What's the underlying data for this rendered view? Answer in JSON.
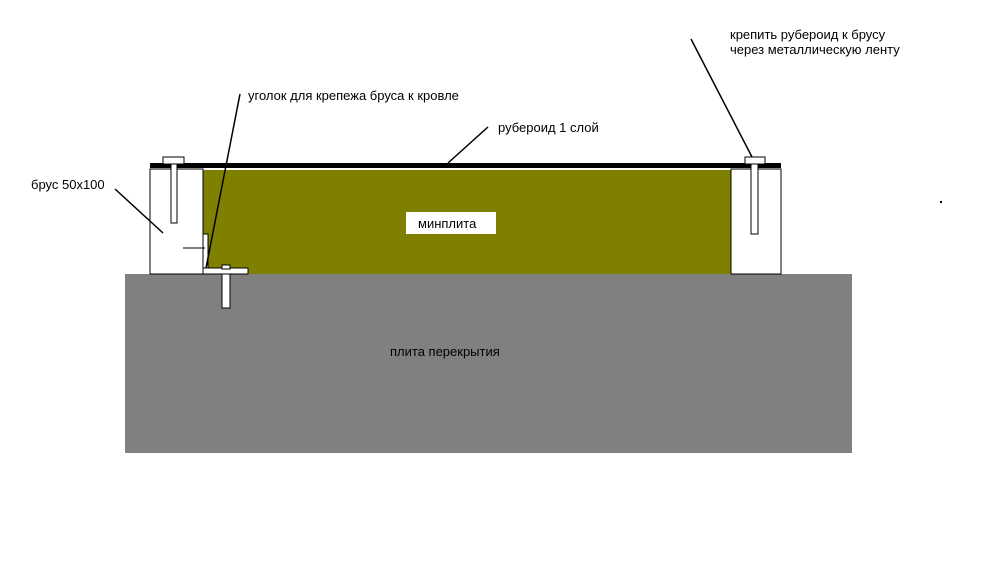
{
  "labels": {
    "top_right_line1": "крепить рубероид к брусу",
    "top_right_line2": "через металлическую ленту",
    "corner_bracket": "уголок для крепежа бруса к кровле",
    "roofing_felt": "рубероид 1 слой",
    "timber": "брус 50х100",
    "mineral_wool": "минплита",
    "floor_slab": "плита перекрытия"
  },
  "colors": {
    "slab": "#808080",
    "mineral_wool": "#808000",
    "timber": "#ffffff",
    "roofing_felt": "#000000"
  }
}
